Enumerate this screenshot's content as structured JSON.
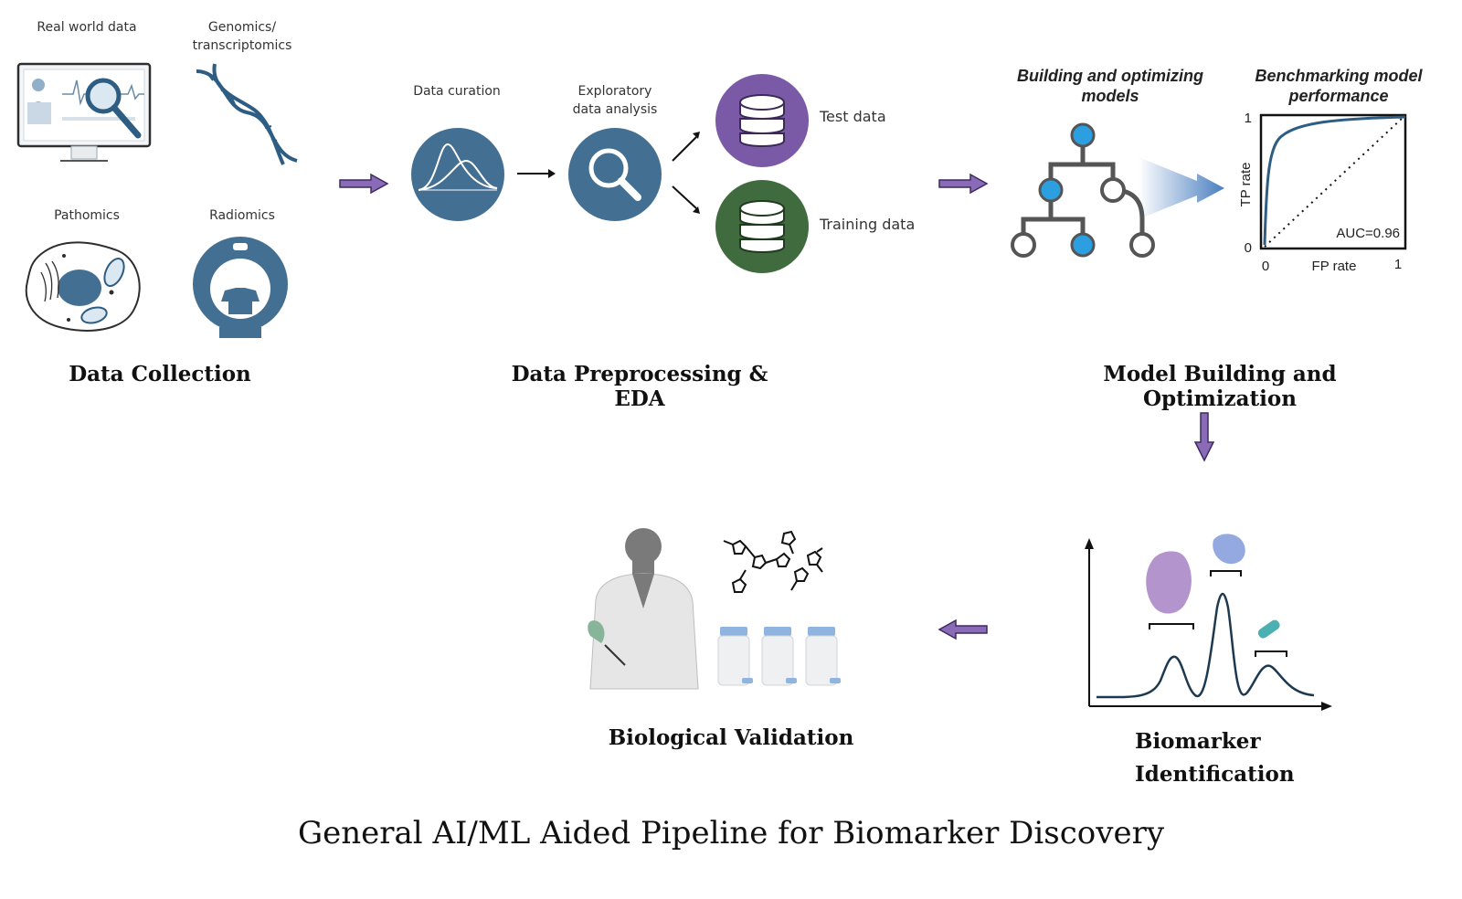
{
  "colors": {
    "teal_blue": "#436f93",
    "purple_arrow": "#8a6bb8",
    "test_db": "#7a5aa6",
    "train_db": "#3f6b3f",
    "node_blue": "#2b9fe0"
  },
  "data_collection": {
    "real_world_label": "Real world data",
    "genomics_label": "Genomics/\ntranscriptomics",
    "pathomics_label": "Pathomics",
    "radiomics_label": "Radiomics",
    "title": "Data Collection"
  },
  "preprocessing": {
    "curation_label": "Data curation",
    "eda_label": "Exploratory\ndata analysis",
    "test_label": "Test data",
    "training_label": "Training data",
    "title": "Data Preprocessing & EDA"
  },
  "model": {
    "building_label": "Building and optimizing\nmodels",
    "benchmark_label": "Benchmarking model\nperformance",
    "title": "Model Building and Optimization",
    "roc": {
      "y_axis_label": "TP rate",
      "x_axis_label": "FP rate",
      "y_top": "1",
      "y_bottom": "0",
      "x_left": "0",
      "x_right": "1",
      "auc_label": "AUC=0.96"
    }
  },
  "biomarker": {
    "title": "Biomarker\nIdentification"
  },
  "validation": {
    "title": "Biological Validation"
  },
  "figure_title": "General AI/ML Aided Pipeline for Biomarker Discovery"
}
